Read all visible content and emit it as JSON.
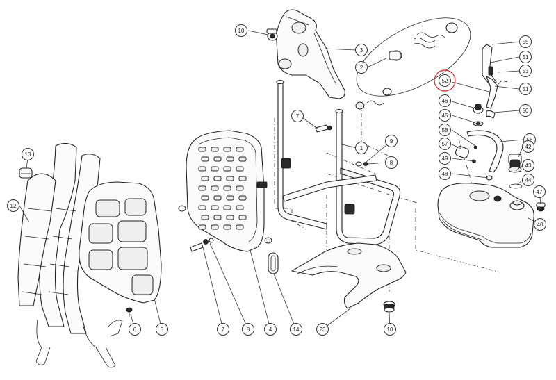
{
  "callouts": [
    {
      "id": "c-10-top",
      "label": "10"
    },
    {
      "id": "c-3",
      "label": "3"
    },
    {
      "id": "c-2",
      "label": "2"
    },
    {
      "id": "c-55",
      "label": "55"
    },
    {
      "id": "c-51-top",
      "label": "51"
    },
    {
      "id": "c-53",
      "label": "53"
    },
    {
      "id": "c-52",
      "label": "52"
    },
    {
      "id": "c-51-mid",
      "label": "51"
    },
    {
      "id": "c-46",
      "label": "46"
    },
    {
      "id": "c-50",
      "label": "50"
    },
    {
      "id": "c-45",
      "label": "45"
    },
    {
      "id": "c-7-mid",
      "label": "7"
    },
    {
      "id": "c-58",
      "label": "58"
    },
    {
      "id": "c-56",
      "label": "56"
    },
    {
      "id": "c-9",
      "label": "9"
    },
    {
      "id": "c-1",
      "label": "1"
    },
    {
      "id": "c-57",
      "label": "57"
    },
    {
      "id": "c-42",
      "label": "42"
    },
    {
      "id": "c-8-mid",
      "label": "8"
    },
    {
      "id": "c-49",
      "label": "49"
    },
    {
      "id": "c-43",
      "label": "43"
    },
    {
      "id": "c-13",
      "label": "13"
    },
    {
      "id": "c-48",
      "label": "48"
    },
    {
      "id": "c-44",
      "label": "44"
    },
    {
      "id": "c-47",
      "label": "47"
    },
    {
      "id": "c-12",
      "label": "12"
    },
    {
      "id": "c-40",
      "label": "40"
    },
    {
      "id": "c-6",
      "label": "6"
    },
    {
      "id": "c-5",
      "label": "5"
    },
    {
      "id": "c-7-bot",
      "label": "7"
    },
    {
      "id": "c-8-bot",
      "label": "8"
    },
    {
      "id": "c-4",
      "label": "4"
    },
    {
      "id": "c-14",
      "label": "14"
    },
    {
      "id": "c-23",
      "label": "23"
    },
    {
      "id": "c-10-bot",
      "label": "10"
    }
  ],
  "highlight_color": "#e02020",
  "line_color": "#222222"
}
